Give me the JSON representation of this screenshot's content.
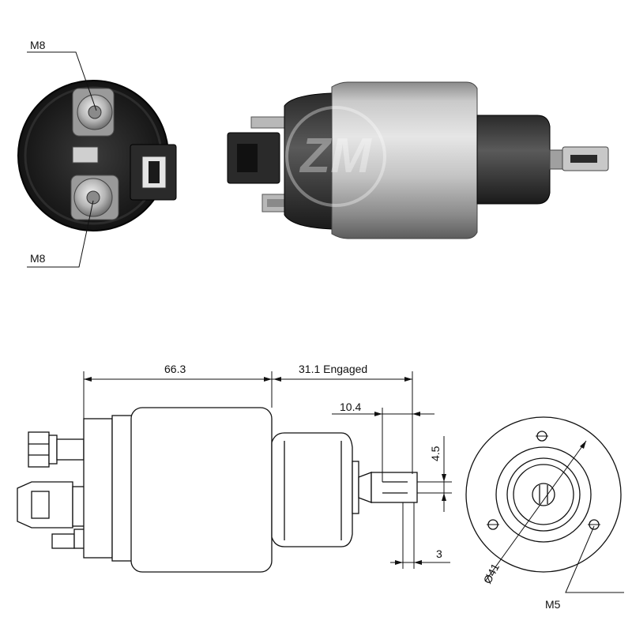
{
  "photo": {
    "end_view": {
      "terminal_top_label": "M8",
      "terminal_bottom_label": "M8"
    },
    "watermark": "ZM"
  },
  "drawing": {
    "body_length": "66.3",
    "stroke_engaged": "31.1 Engaged",
    "tab_length": "10.4",
    "tab_width": "4.5",
    "tab_hole": "3",
    "diameter": "Ø41",
    "mount_thread": "M5"
  }
}
